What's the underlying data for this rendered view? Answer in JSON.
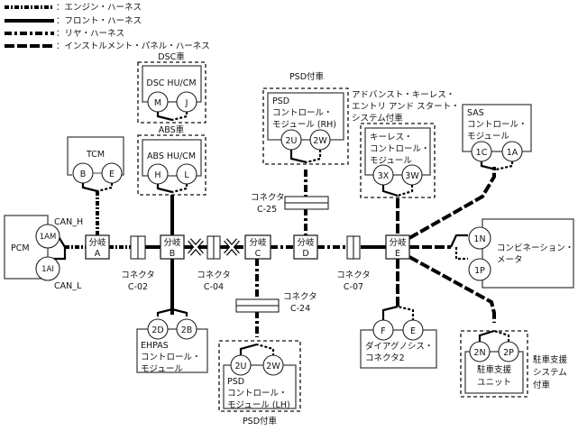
{
  "legend": [
    {
      "style": "engine",
      "label": "：エンジン・ハーネス"
    },
    {
      "style": "front",
      "label": "：フロント・ハーネス"
    },
    {
      "style": "rear",
      "label": "：リヤ・ハーネス"
    },
    {
      "style": "instrument",
      "label": "：インストルメント・パネル・ハーネス"
    }
  ],
  "modules": {
    "pcm": {
      "name": "PCM",
      "pins": [
        "1AM",
        "1AI"
      ],
      "pin_labels": [
        "CAN_H",
        "CAN_L"
      ]
    },
    "tcm": {
      "name": "TCM",
      "pins": [
        "B",
        "E"
      ]
    },
    "dsc": {
      "group": "DSC車",
      "name": "DSC HU/CM",
      "pins": [
        "M",
        "J"
      ]
    },
    "abs": {
      "group": "ABS車",
      "name": "ABS HU/CM",
      "pins": [
        "H",
        "L"
      ]
    },
    "psd_rh": {
      "group": "PSD付車",
      "lines": [
        "PSD",
        "コントロール・",
        "モジュール (RH)"
      ],
      "pins": [
        "2U",
        "2W"
      ]
    },
    "keyless": {
      "group_lines": [
        "アドバンスト・キーレス・",
        "エントリ アンド スタート・",
        "システム付車"
      ],
      "lines": [
        "キーレス・",
        "コントロール・",
        "モジュール"
      ],
      "pins": [
        "3X",
        "3W"
      ]
    },
    "sas": {
      "lines": [
        "SAS",
        "コントロール・",
        "モジュール"
      ],
      "pins": [
        "1C",
        "1A"
      ]
    },
    "meter": {
      "lines": [
        "コンビネーション・",
        "メータ"
      ],
      "pins": [
        "1N",
        "1P"
      ]
    },
    "ehpas": {
      "lines": [
        "EHPAS",
        "コントロール・",
        "モジュール"
      ],
      "pins": [
        "2D",
        "2B"
      ]
    },
    "psd_lh": {
      "group": "PSD付車",
      "lines": [
        "PSD",
        "コントロール・",
        "モジュール (LH)"
      ],
      "pins": [
        "2U",
        "2W"
      ]
    },
    "dlc": {
      "lines": [
        "ダイアグノシス・",
        "コネクタ2"
      ],
      "pins": [
        "F",
        "E"
      ]
    },
    "park": {
      "group_lines": [
        "駐車支援",
        "システム",
        "付車"
      ],
      "lines": [
        "駐車支援",
        "ユニット"
      ],
      "pins": [
        "2N",
        "2P"
      ]
    }
  },
  "junctions": [
    {
      "id": "A",
      "label": "分岐",
      "letter": "A"
    },
    {
      "id": "B",
      "label": "分岐",
      "letter": "B"
    },
    {
      "id": "C",
      "label": "分岐",
      "letter": "C"
    },
    {
      "id": "D",
      "label": "分岐",
      "letter": "D"
    },
    {
      "id": "E",
      "label": "分岐",
      "letter": "E"
    }
  ],
  "connectors": [
    {
      "label": "コネクタ",
      "code": "C-02"
    },
    {
      "label": "コネクタ",
      "code": "C-04"
    },
    {
      "label": "コネクタ",
      "code": "C-25"
    },
    {
      "label": "コネクタ",
      "code": "C-24"
    },
    {
      "label": "コネクタ",
      "code": "C-07"
    }
  ]
}
